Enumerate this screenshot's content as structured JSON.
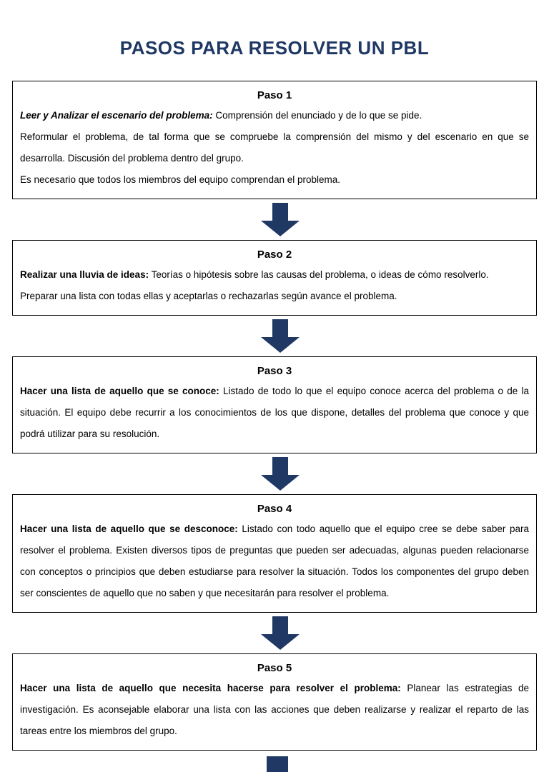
{
  "title": "PASOS PARA RESOLVER UN PBL",
  "colors": {
    "accent": "#1f3864",
    "box_border": "#000000",
    "text": "#000000"
  },
  "steps": [
    {
      "heading": "Paso 1",
      "paragraphs": [
        {
          "lead": "Leer y Analizar el escenario del problema:",
          "rest": "Comprensión del enunciado y de lo que se pide."
        },
        {
          "rest": "Reformular el problema, de tal forma que se compruebe la comprensión del mismo y del escenario en que se desarrolla. Discusión del problema dentro del grupo."
        },
        {
          "rest": "Es necesario que todos los miembros del equipo comprendan el problema."
        }
      ]
    },
    {
      "heading": "Paso 2",
      "paragraphs": [
        {
          "lead": "Realizar una lluvia de ideas:",
          "rest": "Teorías o hipótesis sobre las causas del problema, o ideas de cómo resolverlo."
        },
        {
          "rest": "Preparar una lista con todas ellas y aceptarlas o rechazarlas según avance el problema."
        }
      ]
    },
    {
      "heading": "Paso 3",
      "paragraphs": [
        {
          "lead": "Hacer una lista de aquello que se conoce:",
          "rest": "Listado de todo lo que el equipo conoce acerca del problema o de la situación. El equipo debe recurrir a los conocimientos de los que dispone, detalles del problema que conoce y que podrá utilizar para su resolución."
        }
      ]
    },
    {
      "heading": "Paso 4",
      "paragraphs": [
        {
          "lead": "Hacer una lista de aquello que se desconoce:",
          "rest": "Listado con todo aquello que el equipo cree se debe saber para resolver el problema. Existen diversos tipos de preguntas que pueden ser adecuadas, algunas pueden relacionarse con conceptos o principios que deben estudiarse para resolver la situación. Todos los componentes del grupo deben ser conscientes de aquello que no saben y que necesitarán para resolver el problema."
        }
      ]
    },
    {
      "heading": "Paso 5",
      "paragraphs": [
        {
          "lead": "Hacer una lista de aquello que necesita hacerse para resolver el problema:",
          "rest": "Planear las estrategias de investigación. Es aconsejable elaborar una lista  con las acciones que deben realizarse y realizar el reparto de las tareas entre los miembros del grupo."
        }
      ]
    }
  ]
}
